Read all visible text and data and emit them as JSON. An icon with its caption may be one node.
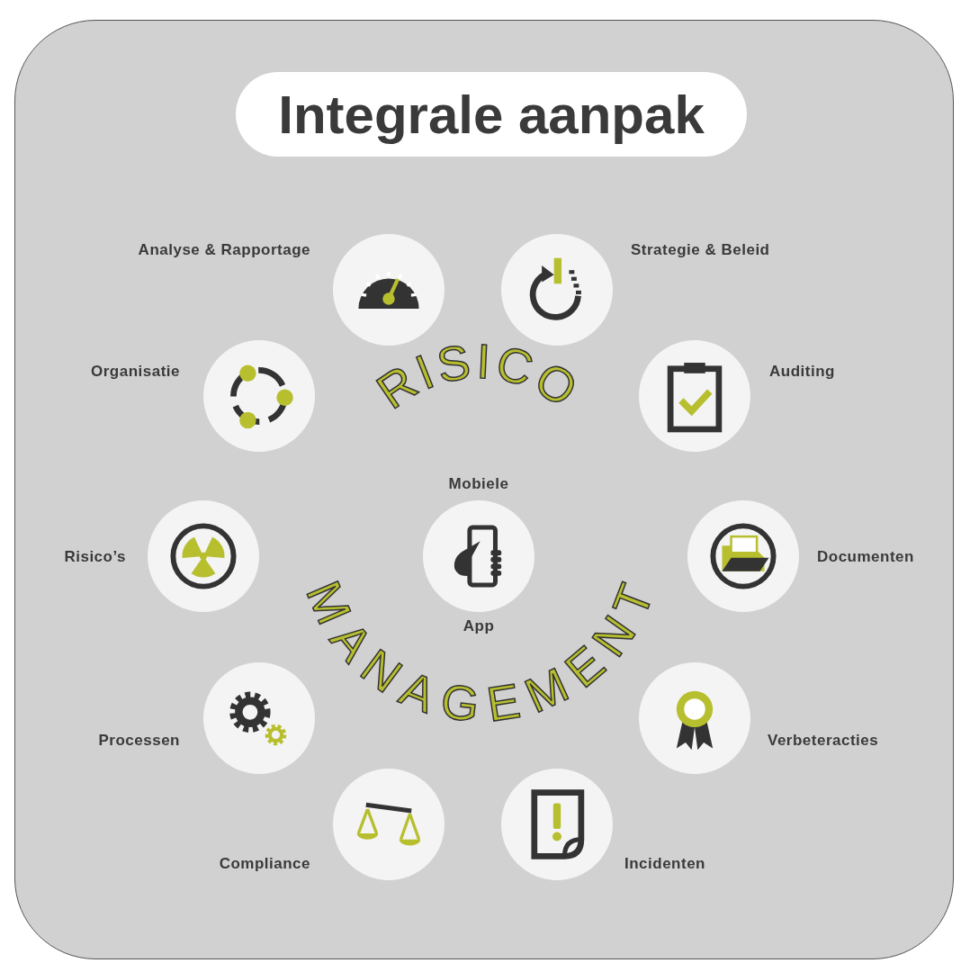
{
  "diagram": {
    "title": "Integrale aanpak",
    "nodes": [
      {
        "text": [
          "Analyse & Rapportage"
        ]
      },
      {
        "text": [
          "Strategie & Beleid"
        ]
      },
      {
        "text": [
          "Organisatie"
        ]
      },
      {
        "text": [
          "Auditing"
        ]
      },
      {
        "text": [
          "Risico’s"
        ]
      },
      {
        "text": [
          "Mobiele",
          "App"
        ]
      },
      {
        "text": [
          "Documenten"
        ]
      },
      {
        "text": [
          "Processen"
        ]
      },
      {
        "text": [
          "Verbeteracties"
        ]
      },
      {
        "text": [
          "Compliance"
        ]
      },
      {
        "text": [
          "Incidenten"
        ]
      }
    ],
    "labels": [
      "RISICO",
      "MANAGEMENT"
    ]
  }
}
